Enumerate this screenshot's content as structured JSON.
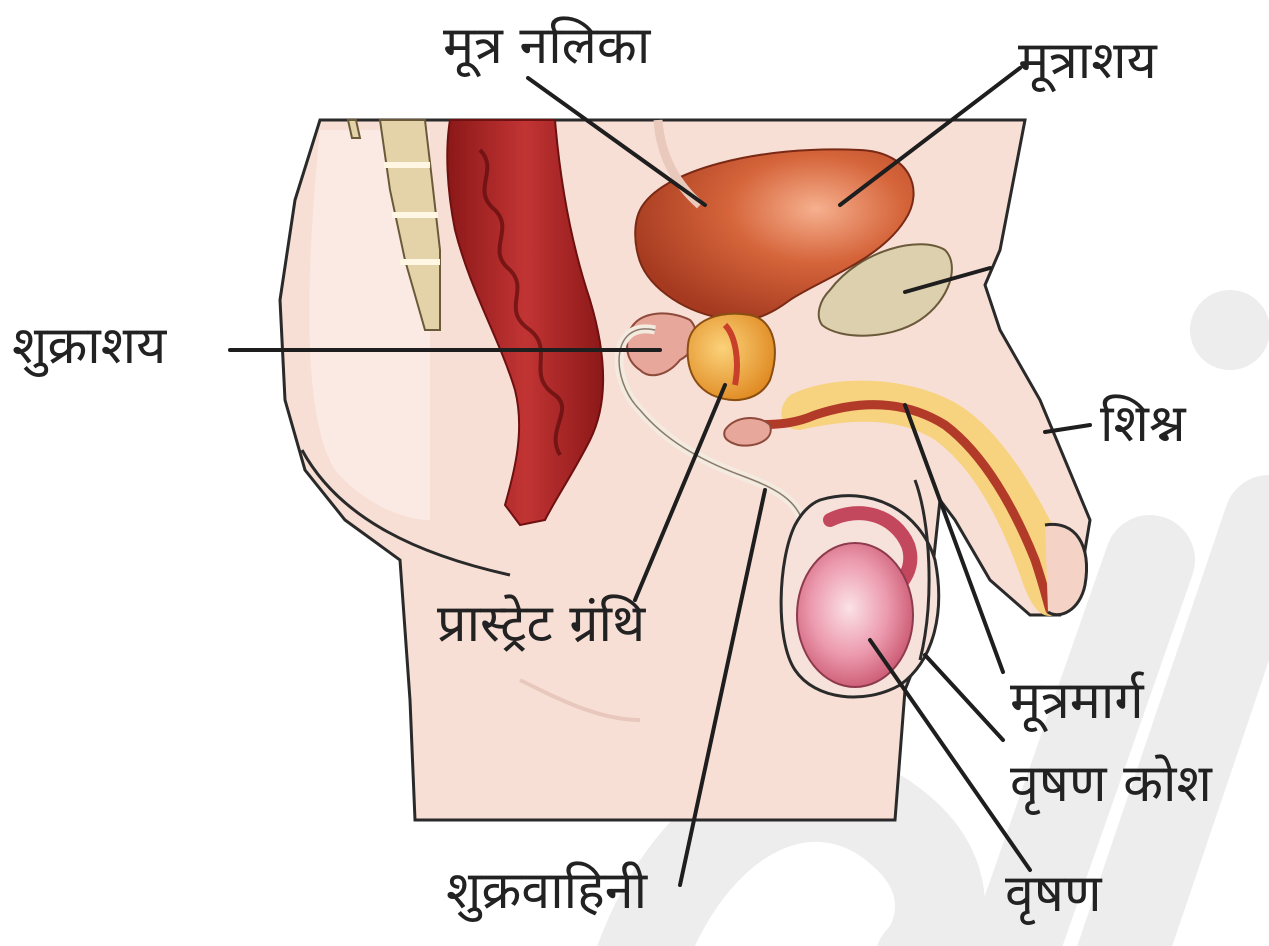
{
  "labels": {
    "urine_tube": "मूत्र नलिका",
    "bladder": "मूत्राशय",
    "seminal_vesicle": "शुक्राशय",
    "penis": "शिश्न",
    "prostate_gland": "प्रास्ट्रेट ग्रंथि",
    "urethra": "मूत्रमार्ग",
    "scrotum": "वृषण कोश",
    "vas_deferens": "शुक्रवाहिनी",
    "testis": "वृषण"
  },
  "colors": {
    "skin": "#f7dcd2",
    "skin_light": "#fbeae3",
    "rectum": "#b42a2a",
    "rectum_dark": "#7a1414",
    "bladder": "#c9532e",
    "prostate": "#f0a23a",
    "urethra_glow": "#f6c74a",
    "urethra": "#b8402e",
    "testis": "#e57b92",
    "bone": "#d8c9a1",
    "spine": "#e2cfa5",
    "outline": "#2a2a2a",
    "watermark": "#ebebeb"
  }
}
